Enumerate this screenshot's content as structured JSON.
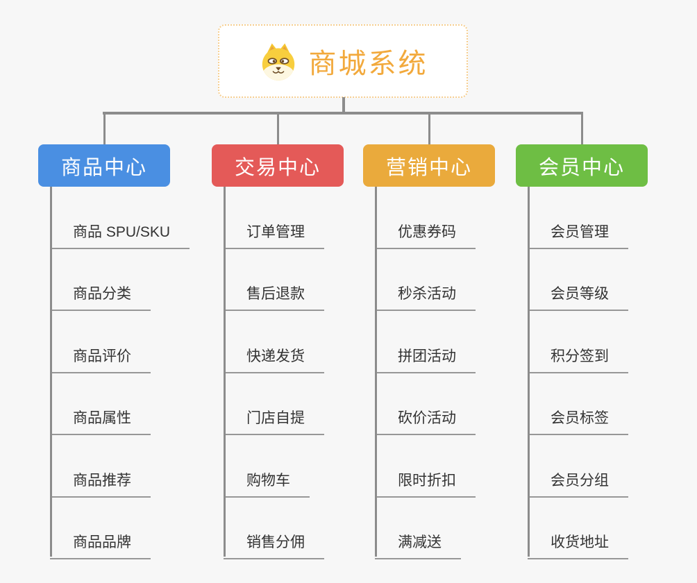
{
  "root": {
    "title": "商城系统",
    "icon": "dog-icon"
  },
  "branches": [
    {
      "label": "商品中心",
      "color": "#4a8fe2",
      "children": [
        "商品 SPU/SKU",
        "商品分类",
        "商品评价",
        "商品属性",
        "商品推荐",
        "商品品牌"
      ]
    },
    {
      "label": "交易中心",
      "color": "#e45a58",
      "children": [
        "订单管理",
        "售后退款",
        "快递发货",
        "门店自提",
        "购物车",
        "销售分佣"
      ]
    },
    {
      "label": "营销中心",
      "color": "#eaaa3c",
      "children": [
        "优惠券码",
        "秒杀活动",
        "拼团活动",
        "砍价活动",
        "限时折扣",
        "满减送"
      ]
    },
    {
      "label": "会员中心",
      "color": "#6ebe44",
      "children": [
        "会员管理",
        "会员等级",
        "积分签到",
        "会员标签",
        "会员分组",
        "收货地址"
      ]
    }
  ],
  "colors": {
    "line": "#8c8c8c",
    "line-light": "#979797",
    "bg": "#f7f7f7",
    "root-border": "#f6ce8f",
    "root-text": "#f2a93c",
    "leaf-text": "#333333"
  }
}
